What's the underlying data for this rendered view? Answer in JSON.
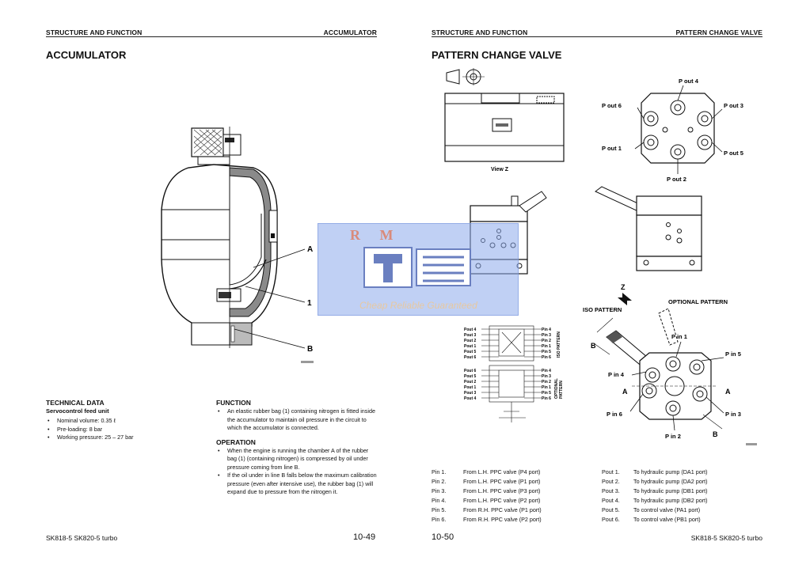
{
  "left_page": {
    "header_left": "STRUCTURE AND FUNCTION",
    "header_right": "ACCUMULATOR",
    "title": "ACCUMULATOR",
    "callouts": {
      "a": "A",
      "one": "1",
      "b": "B"
    },
    "technical_data": {
      "heading": "TECHNICAL DATA",
      "subheading": "Servocontrol feed unit",
      "items": [
        "Nominal volume: 0.35 ℓ",
        "Pre-loading: 8 bar",
        "Working pressure: 25 – 27 bar"
      ]
    },
    "function": {
      "heading": "FUNCTION",
      "items": [
        "An elastic rubber bag (1) containing nitrogen is fitted inside the accumulator to maintain oil pressure in the circuit to which the accumulator is connected."
      ]
    },
    "operation": {
      "heading": "OPERATION",
      "items": [
        "When the engine is running the chamber A of the rubber bag (1) (containing nitrogen) is compressed by oil under pressure coming from line B.",
        "If the oil under in line B falls below the maximum calibration pressure (even after intensive use), the rubber bag (1) will expand due to pressure from the nitrogen it."
      ]
    },
    "footer_model": "SK818-5  SK820-5 turbo",
    "page_number": "10-49"
  },
  "watermark": {
    "logo_text": "R M",
    "tagline": "Cheap Reliable Guaranteed"
  },
  "right_page": {
    "header_left": "STRUCTURE AND FUNCTION",
    "header_right": "PATTERN CHANGE  VALVE",
    "title": "PATTERN CHANGE VALVE",
    "view_label": "View Z",
    "pout_labels": {
      "p1": "P out 1",
      "p2": "P out 2",
      "p3": "P out 3",
      "p4": "P out 4",
      "p5": "P out 5",
      "p6": "P out 6"
    },
    "pin_labels": {
      "p1": "P in 1",
      "p2": "P in 2",
      "p3": "P in 3",
      "p4": "P in 4",
      "p5": "P in 5",
      "p6": "P in 6"
    },
    "schematic_labels": {
      "iso": "ISO PATTERN",
      "optional": "OPTIONAL PATTERN"
    },
    "pattern_labels": {
      "iso": "ISO PATTERN",
      "optional_1": "OPTIONAL",
      "optional_2": "PATTERN"
    },
    "arrows": {
      "z": "Z",
      "a": "A",
      "b": "B"
    },
    "pin_table": [
      {
        "port": "Pin 1.",
        "desc": "From L.H. PPC valve (P4 port)"
      },
      {
        "port": "Pin 2.",
        "desc": "From L.H. PPC valve (P1 port)"
      },
      {
        "port": "Pin 3.",
        "desc": "From L.H. PPC valve (P3 port)"
      },
      {
        "port": "Pin 4.",
        "desc": "From L.H. PPC valve (P2 port)"
      },
      {
        "port": "Pin 5.",
        "desc": "From R.H. PPC valve (P1 port)"
      },
      {
        "port": "Pin 6.",
        "desc": "From R.H. PPC valve (P2 port)"
      }
    ],
    "pout_table": [
      {
        "port": "Pout 1.",
        "desc": "To hydraulic pump (DA1 port)"
      },
      {
        "port": "Pout 2.",
        "desc": "To hydraulic pump (DA2 port)"
      },
      {
        "port": "Pout 3.",
        "desc": "To hydraulic pump (DB1 port)"
      },
      {
        "port": "Pout 4.",
        "desc": "To hydraulic pump (DB2 port)"
      },
      {
        "port": "Pout 5.",
        "desc": "To control valve (PA1 port)"
      },
      {
        "port": "Pout 6.",
        "desc": "To control valve (PB1 port)"
      }
    ],
    "page_number": "10-50",
    "footer_model": "SK818-5  SK820-5 turbo"
  }
}
